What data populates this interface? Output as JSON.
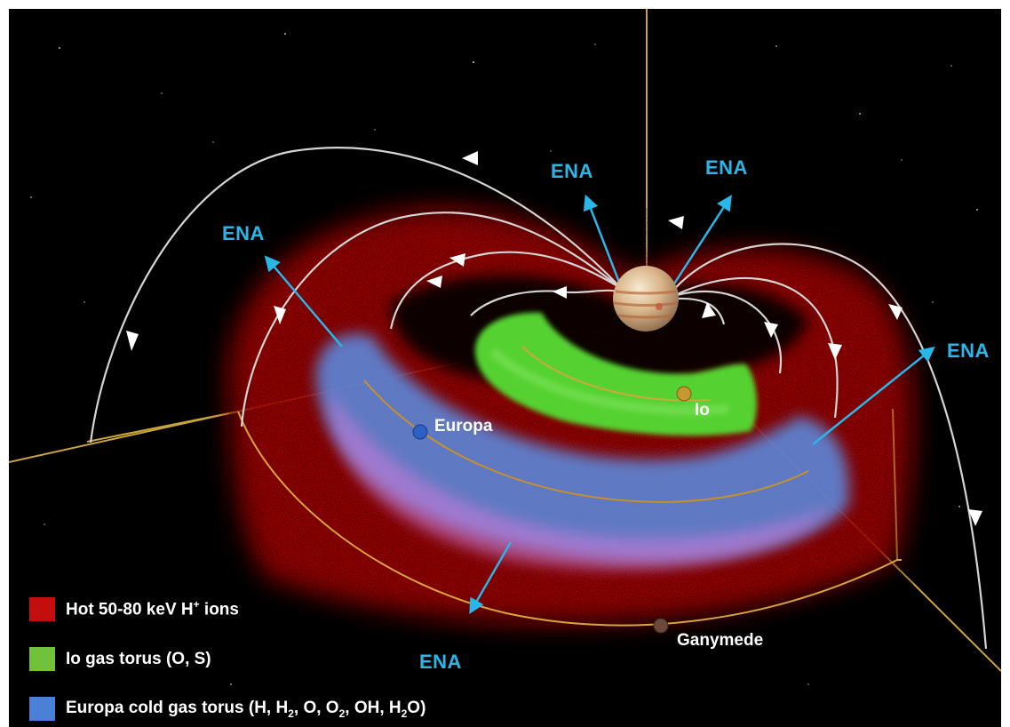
{
  "labels": {
    "ena_arrows": [
      "ENA",
      "ENA",
      "ENA",
      "ENA",
      "ENA"
    ],
    "europa": "Europa",
    "io": "Io",
    "ganymede": "Ganymede"
  },
  "legend": [
    {
      "text_parts": [
        "Hot 50-80 keV H",
        "+",
        " ions"
      ],
      "color": "#c40d0d"
    },
    {
      "text_parts": [
        "Io gas torus (O, S)"
      ],
      "color": "#6fc23a"
    },
    {
      "text_parts": [
        "Europa cold gas torus (H, H",
        "2",
        ", O, O",
        "2",
        ", OH, H",
        "2",
        "O)"
      ],
      "color": "#4a80d6"
    }
  ],
  "colors": {
    "background": "#000000",
    "hot_ions": "#c40d0d",
    "io_torus": "#55d232",
    "europa_torus": "#4f86e2",
    "field_lines": "#d9d9d9",
    "ena_arrows": "#29b6e8",
    "orbits_axes": "#d9a53a"
  }
}
